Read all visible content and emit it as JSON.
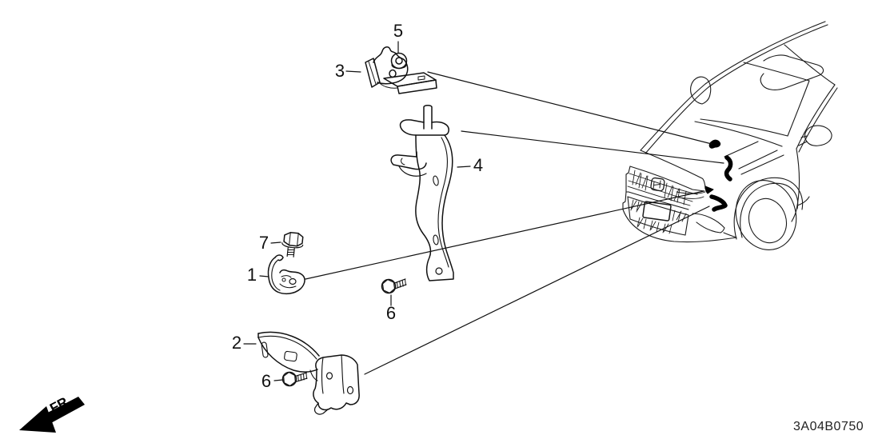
{
  "diagram": {
    "code": "3A04B0750",
    "fr_label": "FR.",
    "type": "exploded-parts-diagram",
    "colors": {
      "line": "#1a1a1a",
      "background": "#ffffff"
    }
  },
  "callouts": {
    "n1": "1",
    "n2": "2",
    "n3": "3",
    "n4": "4",
    "n5": "5",
    "n6": "6",
    "n7": "7"
  },
  "parts": {
    "1": "small-corner-bracket",
    "2": "stay-bracket-with-channel-end",
    "3": "upper-bracket-with-arm",
    "4": "tall-stay-bracket",
    "5": "flange-nut",
    "6": "hex-washer-bolt",
    "7": "hex-washer-bolt"
  }
}
